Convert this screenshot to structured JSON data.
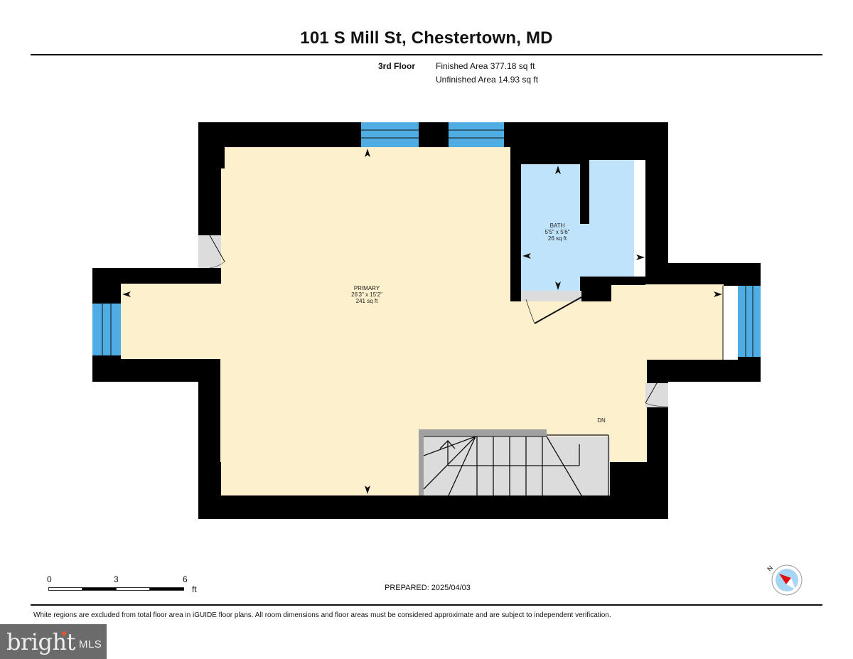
{
  "header": {
    "title": "101 S Mill St, Chestertown, MD",
    "floor_name": "3rd Floor",
    "finished_area": "Finished Area 377.18 sq ft",
    "unfinished_area": "Unfinished Area 14.93 sq ft"
  },
  "rooms": [
    {
      "name": "PRIMARY",
      "dimensions": "26'3\" x 15'2\"",
      "area": "241 sq ft"
    },
    {
      "name": "BATH",
      "dimensions": "5'5\" x 5'6\"",
      "area": "26 sq ft"
    }
  ],
  "stairs": {
    "label": "DN"
  },
  "scale_bar": {
    "ticks": [
      "0",
      "3",
      "6"
    ],
    "unit": "ft"
  },
  "compass": {
    "label": "N",
    "icon": "compass-icon"
  },
  "footer": {
    "prepared": "PREPARED: 2025/04/03",
    "disclaimer": "White regions are excluded from total floor area in iGUIDE floor plans. All room dimensions and floor areas must be considered approximate and are subject to independent verification."
  },
  "logo": {
    "word": "bright",
    "suffix": "MLS"
  },
  "colors": {
    "wall": "#000000",
    "primary_floor": "#fdf0cc",
    "bath_floor": "#bfe3fb",
    "window": "#4fade3",
    "unfinished": "#dcdcdc",
    "stair_rail": "#a0a0a0",
    "compass_red": "#e01010",
    "compass_blue": "#a7d6f5"
  }
}
